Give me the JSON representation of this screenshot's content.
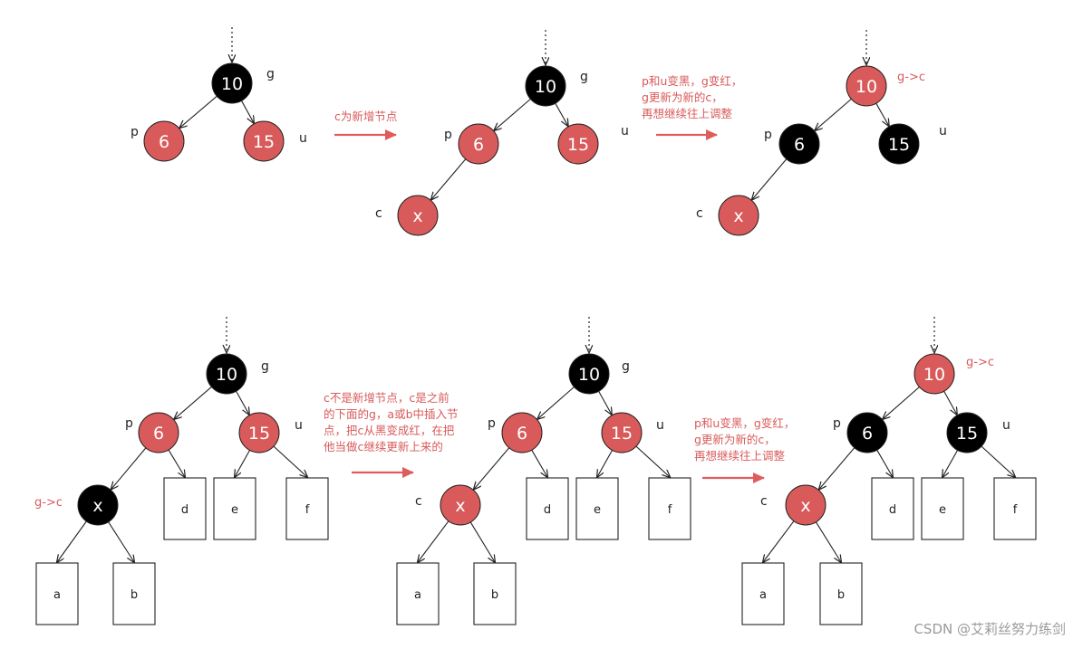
{
  "colors": {
    "red_node": "#d95a5a",
    "black_node": "#000000",
    "edge": "#222222",
    "note_text": "#d95a5a",
    "arrow": "#e05c5c"
  },
  "notes": {
    "n1": [
      "c为新增节点"
    ],
    "n2": [
      "p和u变黑，g变红，",
      "g更新为新的c，",
      "再想继续往上调整"
    ],
    "n3": [
      "c不是新增节点，c是之前",
      "的下面的g，a或b中插入节",
      "点，把c从黑变成红，在把",
      "他当做c继续更新上来的"
    ],
    "n4": [
      "p和u变黑，g变红，",
      "g更新为新的c，",
      "再想继续往上调整"
    ]
  },
  "diagrams": [
    {
      "nodes": [
        {
          "id": "g",
          "text": "10",
          "color": "black",
          "label": "g"
        },
        {
          "id": "p",
          "text": "6",
          "color": "red",
          "label": "p"
        },
        {
          "id": "u",
          "text": "15",
          "color": "red",
          "label": "u"
        }
      ]
    },
    {
      "nodes": [
        {
          "id": "g",
          "text": "10",
          "color": "black",
          "label": "g"
        },
        {
          "id": "p",
          "text": "6",
          "color": "red",
          "label": "p"
        },
        {
          "id": "u",
          "text": "15",
          "color": "red",
          "label": "u"
        },
        {
          "id": "c",
          "text": "x",
          "color": "red",
          "label": "c"
        }
      ]
    },
    {
      "nodes": [
        {
          "id": "g",
          "text": "10",
          "color": "red",
          "label": "g->c"
        },
        {
          "id": "p",
          "text": "6",
          "color": "black",
          "label": "p"
        },
        {
          "id": "u",
          "text": "15",
          "color": "black",
          "label": "u"
        },
        {
          "id": "c",
          "text": "x",
          "color": "red",
          "label": "c"
        }
      ]
    },
    {
      "nodes": [
        {
          "id": "g",
          "text": "10",
          "color": "black",
          "label": "g"
        },
        {
          "id": "p",
          "text": "6",
          "color": "red",
          "label": "p"
        },
        {
          "id": "u",
          "text": "15",
          "color": "red",
          "label": "u"
        },
        {
          "id": "c",
          "text": "x",
          "color": "black",
          "label": "g->c"
        }
      ],
      "boxes": [
        "a",
        "b",
        "d",
        "e",
        "f"
      ]
    },
    {
      "nodes": [
        {
          "id": "g",
          "text": "10",
          "color": "black",
          "label": "g"
        },
        {
          "id": "p",
          "text": "6",
          "color": "red",
          "label": "p"
        },
        {
          "id": "u",
          "text": "15",
          "color": "red",
          "label": "u"
        },
        {
          "id": "c",
          "text": "x",
          "color": "red",
          "label": "c"
        }
      ],
      "boxes": [
        "a",
        "b",
        "d",
        "e",
        "f"
      ]
    },
    {
      "nodes": [
        {
          "id": "g",
          "text": "10",
          "color": "red",
          "label": "g->c"
        },
        {
          "id": "p",
          "text": "6",
          "color": "black",
          "label": "p"
        },
        {
          "id": "u",
          "text": "15",
          "color": "black",
          "label": "u"
        },
        {
          "id": "c",
          "text": "x",
          "color": "red",
          "label": "c"
        }
      ],
      "boxes": [
        "a",
        "b",
        "d",
        "e",
        "f"
      ]
    }
  ],
  "watermark": "CSDN @艾莉丝努力练剑"
}
